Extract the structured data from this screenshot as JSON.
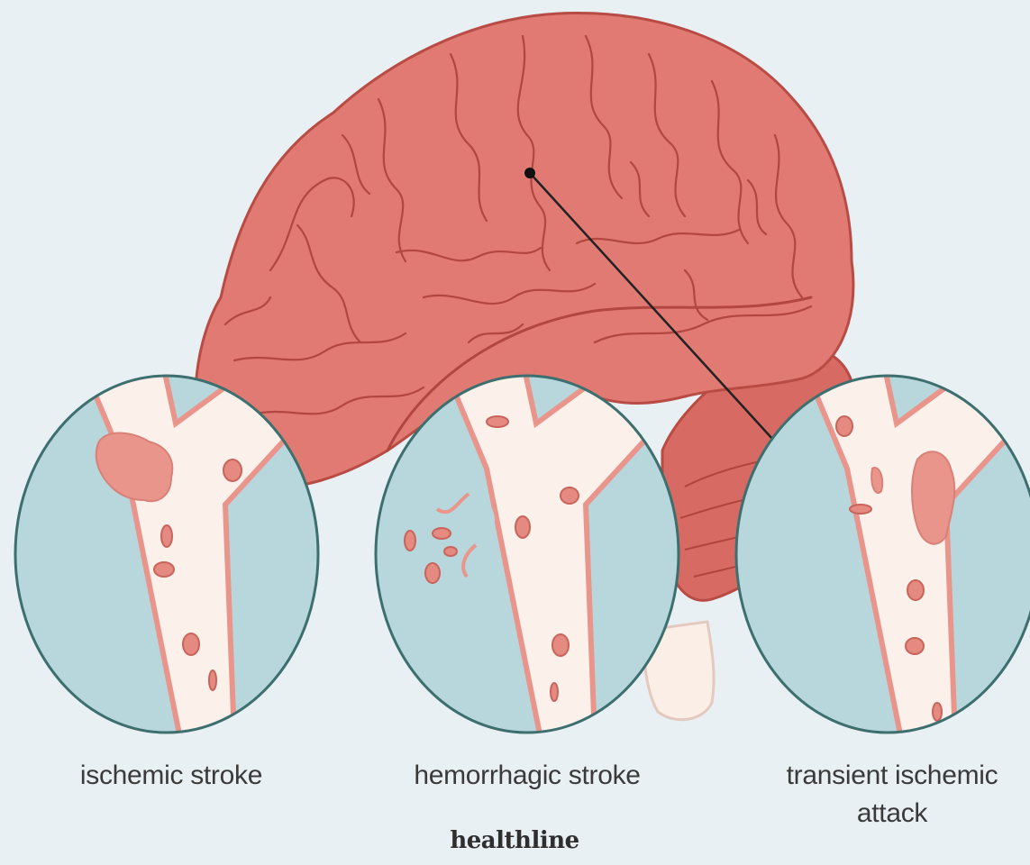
{
  "labels": {
    "ischemic": "ischemic stroke",
    "hemorrhagic": "hemorrhagic stroke",
    "tia": "transient ischemic attack"
  },
  "brand": "healthline",
  "colors": {
    "background": "#e9f0f4",
    "brain": "#e07a72",
    "brain_outline": "#b94b45",
    "vessel_wall": "#e9958c",
    "vessel_lumen": "#fbf1ea",
    "tissue": "#b7d7dc",
    "circle_border": "#3e6f6f",
    "blood_cell": "#e58a80"
  }
}
